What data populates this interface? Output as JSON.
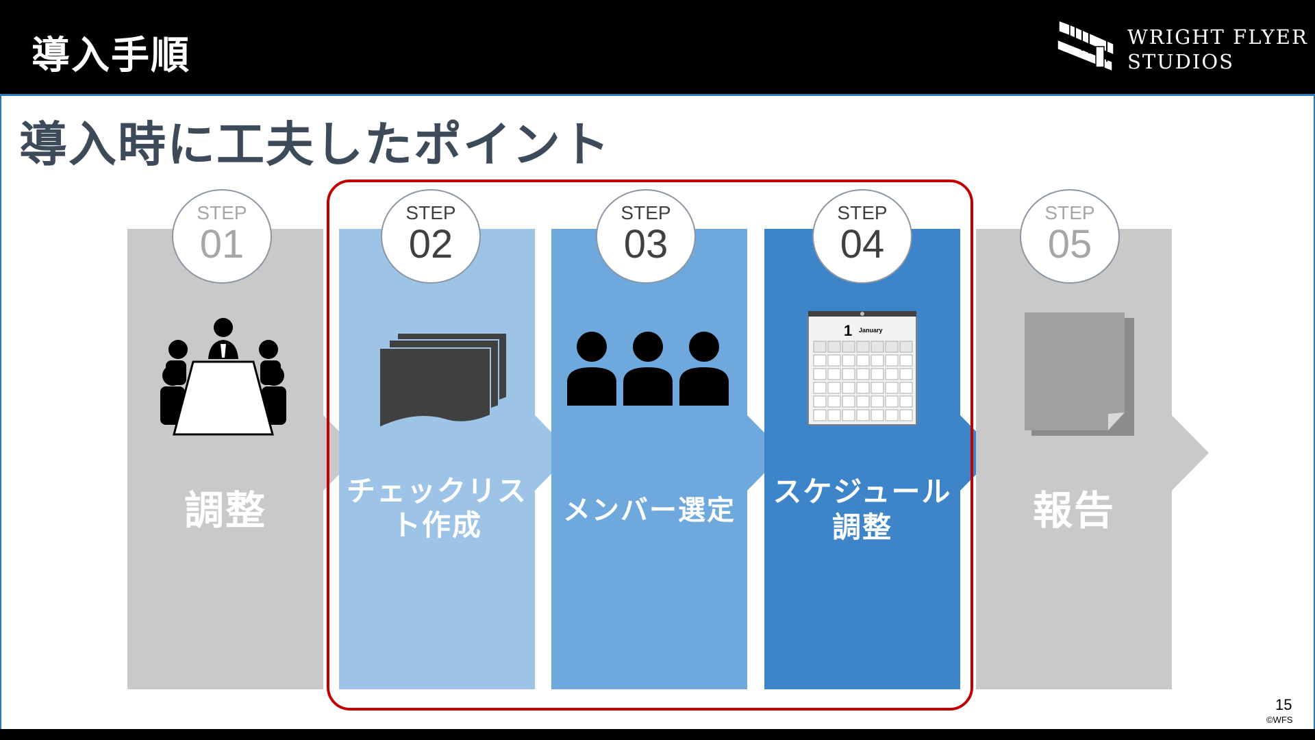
{
  "header": {
    "section_title": "導入手順",
    "logo_line1": "WRIGHT FLYER",
    "logo_line2": "STUDIOS"
  },
  "page_title": "導入時に工夫したポイント",
  "steps": [
    {
      "label": "STEP",
      "number": "01",
      "name": "調整",
      "color": "#c9c9c9",
      "icon": "meeting-icon"
    },
    {
      "label": "STEP",
      "number": "02",
      "name_line1": "チェックリス",
      "name_line2": "ト作成",
      "color": "#9dc3e6",
      "icon": "documents-icon"
    },
    {
      "label": "STEP",
      "number": "03",
      "name": "メンバー選定",
      "color": "#6fa8dc",
      "icon": "people-icon"
    },
    {
      "label": "STEP",
      "number": "04",
      "name_line1": "スケジュール",
      "name_line2": "調整",
      "color": "#3d85c8",
      "icon": "calendar-icon"
    },
    {
      "label": "STEP",
      "number": "05",
      "name": "報告",
      "color": "#c9c9c9",
      "icon": "document-icon"
    }
  ],
  "calendar": {
    "day": "1",
    "month": "January"
  },
  "highlight_color": "#c00000",
  "footer": {
    "page_number": "15",
    "copyright": "©WFS"
  }
}
